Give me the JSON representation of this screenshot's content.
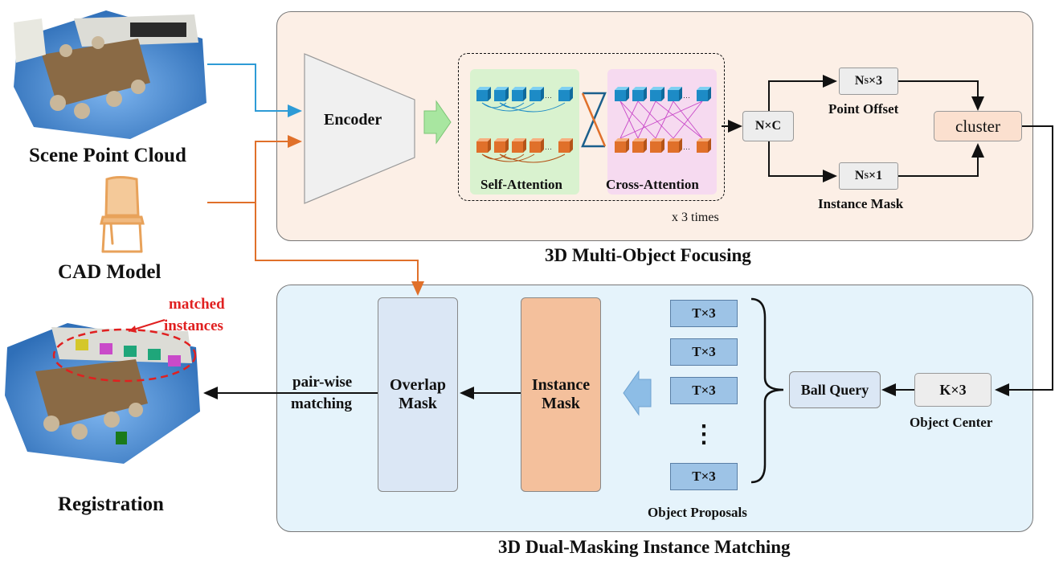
{
  "left": {
    "scene_label": "Scene Point Cloud",
    "cad_label": "CAD Model",
    "registration_label": "Registration",
    "matched_label_line1": "matched",
    "matched_label_line2": "instances",
    "pairwise_line1": "pair-wise",
    "pairwise_line2": "matching"
  },
  "top_panel": {
    "title": "3D Multi-Object Focusing",
    "encoder": "Encoder",
    "self_attention": "Self-Attention",
    "cross_attention": "Cross-Attention",
    "repeat": "x 3 times",
    "nxc": "N×C",
    "offset_box_main": "N",
    "offset_box_sub": "S",
    "offset_box_tail": "×3",
    "point_offset": "Point Offset",
    "mask_box_main": "N",
    "mask_box_sub": "S",
    "mask_box_tail": "×1",
    "instance_mask": "Instance Mask",
    "cluster": "cluster"
  },
  "bottom_panel": {
    "title": "3D Dual-Masking Instance Matching",
    "overlap_mask_line1": "Overlap",
    "overlap_mask_line2": "Mask",
    "instance_mask_line1": "Instance",
    "instance_mask_line2": "Mask",
    "proposal_label": "T×3",
    "ellipsis": "⋮",
    "object_proposals": "Object Proposals",
    "ball_query": "Ball Query",
    "kx3": "K×3",
    "object_center": "Object Center"
  },
  "colors": {
    "blue_arrow": "#2e9bd6",
    "orange_arrow": "#e0702a",
    "top_panel_bg": "#fcefe6",
    "bottom_panel_bg": "#e5f3fb",
    "self_attn_bg": "#d9f2cf",
    "cross_attn_bg": "#f6daf0",
    "cluster_bg": "#fbe0cf",
    "overlap_bg": "#dbe7f5",
    "instance_bg": "#f4c09c",
    "proposal_bg": "#9dc3e6",
    "matched_red": "#e02020"
  }
}
